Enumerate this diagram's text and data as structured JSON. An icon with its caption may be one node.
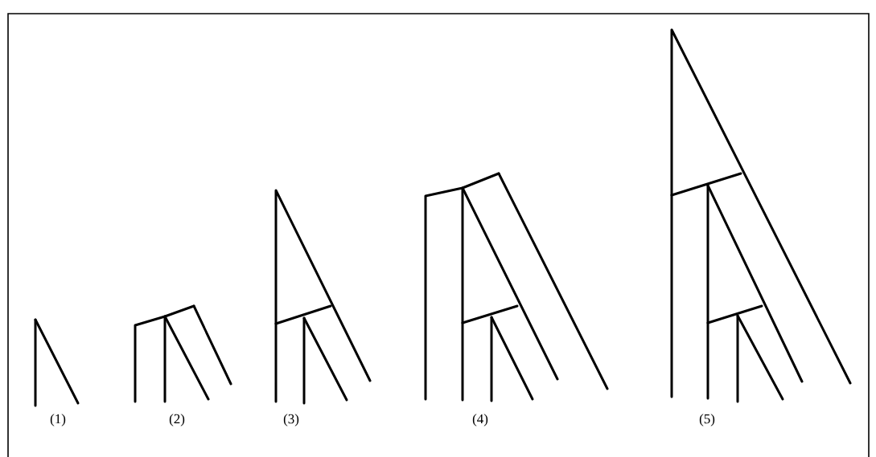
{
  "diagram": {
    "labels": [
      "(1)",
      "(2)",
      "(3)",
      "(4)",
      "(5)"
    ]
  }
}
